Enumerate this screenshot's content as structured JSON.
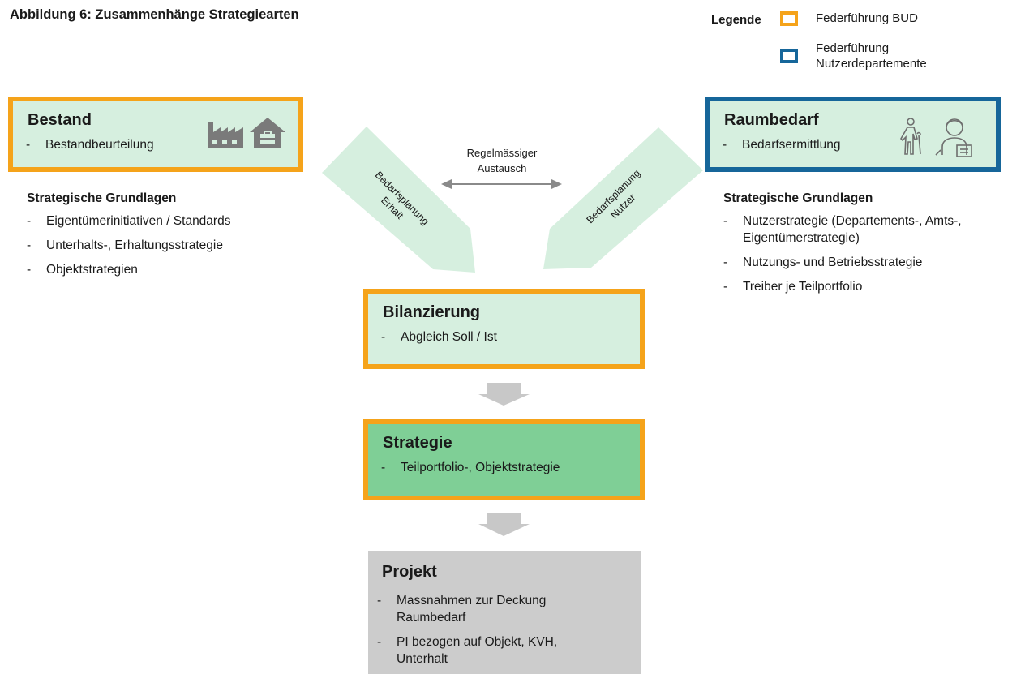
{
  "title": "Abbildung 6: Zusammenhänge Strategiearten",
  "legend": {
    "label": "Legende",
    "items": [
      {
        "text_line1": "Federführung BUD",
        "text_line2": "",
        "color": "#f5a31a"
      },
      {
        "text_line1": "Federführung",
        "text_line2": "Nutzerdepartemente",
        "color": "#16669a"
      }
    ]
  },
  "colors": {
    "orange_border": "#f5a31a",
    "blue_border": "#16669a",
    "light_green": "#d6efdf",
    "green": "#7fcf96",
    "grey": "#cccccc",
    "arrow_grey": "#c8c8c8",
    "icon_grey": "#7a7a7a"
  },
  "bestand": {
    "title": "Bestand",
    "item": "Bestandbeurteilung",
    "icons": [
      "factory-icon",
      "house-briefcase-icon"
    ]
  },
  "raumbedarf": {
    "title": "Raumbedarf",
    "item": "Bedarfsermittlung",
    "icons": [
      "elderly-person-icon",
      "office-worker-icon"
    ]
  },
  "left_grundlagen": {
    "heading": "Strategische Grundlagen",
    "items": [
      "Eigentümerinitiativen / Standards",
      "Unterhalts-, Erhaltungsstrategie",
      "Objektstrategien"
    ]
  },
  "right_grundlagen": {
    "heading": "Strategische Grundlagen",
    "items": [
      {
        "line1": "Nutzerstrategie (Departements-, Amts-,",
        "line2": "Eigentümerstrategie)"
      },
      {
        "line1": "Nutzungs- und Betriebsstrategie",
        "line2": ""
      },
      {
        "line1": "Treiber je Teilportfolio",
        "line2": ""
      }
    ]
  },
  "exchange": {
    "line1": "Regelmässiger",
    "line2": "Austausch"
  },
  "arrow_left": {
    "line1": "Bedarfsplanung",
    "line2": "Erhalt"
  },
  "arrow_right": {
    "line1": "Bedarfsplanung",
    "line2": "Nutzer"
  },
  "bilanzierung": {
    "title": "Bilanzierung",
    "item": "Abgleich Soll / Ist"
  },
  "strategie": {
    "title": "Strategie",
    "item": "Teilportfolio-, Objektstrategie"
  },
  "projekt": {
    "title": "Projekt",
    "items": [
      {
        "line1": "Massnahmen zur Deckung",
        "line2": "Raumbedarf"
      },
      {
        "line1": "PI bezogen auf Objekt, KVH,",
        "line2": "Unterhalt"
      }
    ]
  },
  "bullet": "-"
}
